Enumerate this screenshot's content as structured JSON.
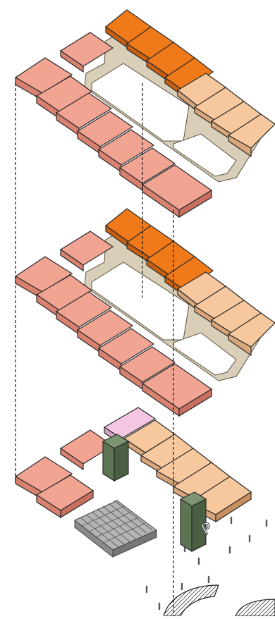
{
  "diagram": {
    "colors": {
      "residential_salmon": "#f2a493",
      "residential_peach": "#f7c89e",
      "commercial_orange": "#f07a1a",
      "amenity_pink": "#f4c6e2",
      "core_green": "#5d7553",
      "corridor_beige": "#d9cfb8",
      "paving_gray": "#a4a4a4",
      "outline": "#2a2a2a"
    },
    "levels": [
      {
        "name": "upper-level",
        "description_icons": [
          "courtyard-void",
          "residential-units"
        ]
      },
      {
        "name": "middle-level",
        "description_icons": [
          "courtyard-void",
          "residential-units"
        ]
      },
      {
        "name": "ground-level",
        "description_icons": [
          "stair-cores",
          "amenity-room"
        ]
      }
    ],
    "parking_sign": "P"
  }
}
